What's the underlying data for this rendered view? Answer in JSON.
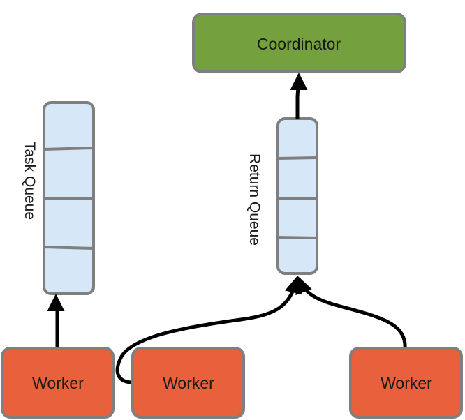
{
  "nodes": {
    "coordinator": {
      "label": "Coordinator",
      "fill": "#74a13e"
    },
    "task_queue": {
      "label": "Task Queue",
      "fill": "#d6e7f7"
    },
    "return_queue": {
      "label": "Return Queue",
      "fill": "#d6e7f7"
    },
    "worker_1": {
      "label": "Worker",
      "fill": "#e8613c"
    },
    "worker_2": {
      "label": "Worker",
      "fill": "#e8613c"
    },
    "worker_3": {
      "label": "Worker",
      "fill": "#e8613c"
    }
  },
  "colors": {
    "border": "#7f7f7f",
    "edge": "#000000"
  }
}
